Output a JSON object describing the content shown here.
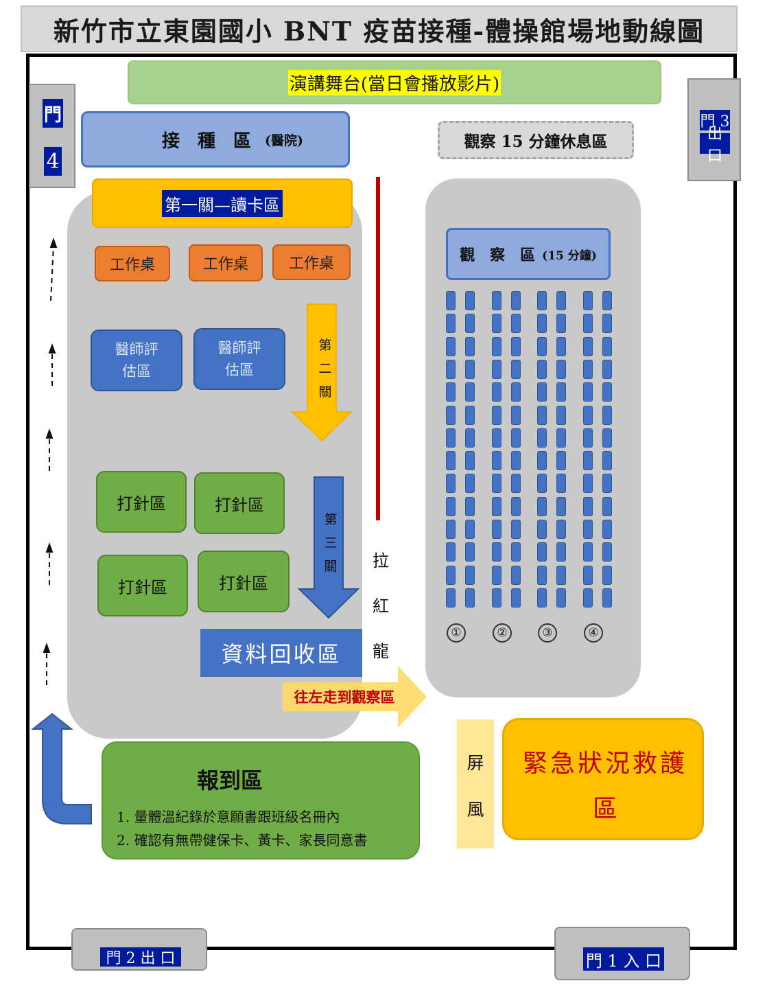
{
  "title": "新竹市立東園國小 BNT 疫苗接種-體操館場地動線圖",
  "stage": "演講舞台(當日會播放影片)",
  "doors": {
    "door4_a": "門",
    "door4_b": "4",
    "door3_a": "門 3",
    "door3_b": "出 口",
    "door2": "門 2 出 口",
    "door1": "門 1 入 口"
  },
  "vaccination_zone": {
    "main": "接　種　區",
    "sub": "(醫院)"
  },
  "rest_zone": "觀察 15 分鐘休息區",
  "stage1": "第一關—讀卡區",
  "desks": [
    "工作桌",
    "工作桌",
    "工作桌"
  ],
  "doctor_zones": [
    "醫師評估區",
    "醫師評估區"
  ],
  "stage2_label": [
    "第",
    "二",
    "關"
  ],
  "stage3_label": [
    "第",
    "三",
    "關"
  ],
  "needle_zones": [
    "打針區",
    "打針區",
    "打針區",
    "打針區"
  ],
  "data_zone": "資料回收區",
  "red_dragon": [
    "拉",
    "紅",
    "龍"
  ],
  "obs_zone": {
    "main": "觀　察　區",
    "sub": "(15 分鐘)"
  },
  "seat_columns": [
    "①",
    "②",
    "③",
    "④"
  ],
  "to_obs_arrow": "往左走到觀察區",
  "checkin": {
    "title": "報到區",
    "items": [
      "1. 量體溫紀錄於意願書跟班級名冊內",
      "2. 確認有無帶健保卡、黃卡、家長同意書"
    ]
  },
  "screen": [
    "屏",
    "風"
  ],
  "emergency": [
    "緊急狀況救護",
    "區"
  ],
  "colors": {
    "gray_area": "#c9c9c9",
    "blue": "#4472c4",
    "orange": "#ed7d31",
    "green": "#70ad47",
    "yellow": "#ffc000",
    "red": "#c00000",
    "navy": "#001a9e"
  }
}
